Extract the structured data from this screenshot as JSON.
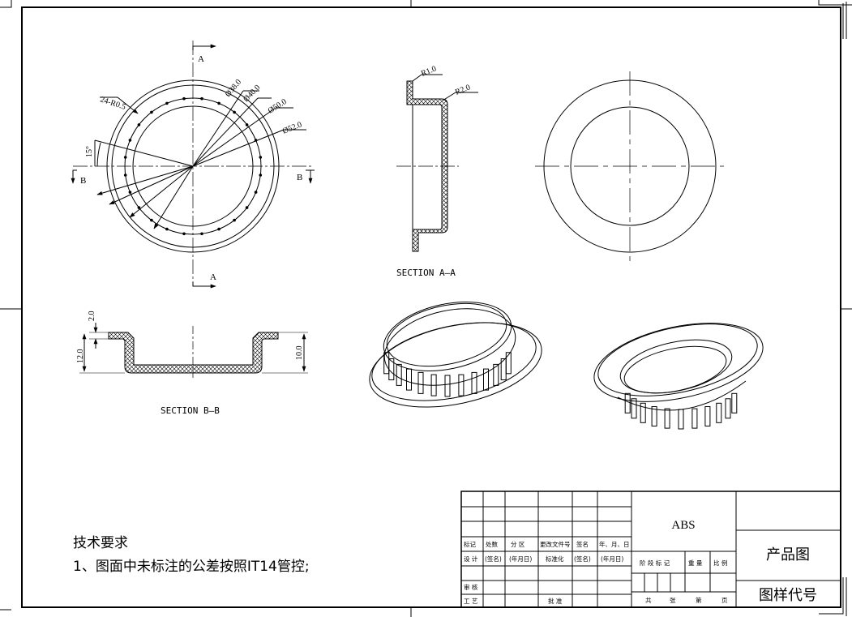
{
  "views": {
    "front": {
      "section_mark_top": "A",
      "section_mark_bottom": "A",
      "section_mark_left": "B",
      "section_mark_right": "B",
      "dim_fillet": "24-R0.5",
      "dim_d38": "Ø38.0",
      "dim_d40": "Ø40.0",
      "dim_d50": "Ø50.0",
      "dim_d52": "Ø52.0",
      "dim_angle": "15°"
    },
    "section_aa": {
      "title": "SECTION A—A",
      "dim_r1": "R1.0",
      "dim_r2": "R2.0"
    },
    "section_bb": {
      "title": "SECTION B—B",
      "dim_top": "2.0",
      "dim_left": "12.0",
      "dim_right": "10.0"
    }
  },
  "notes": {
    "heading": "技术要求",
    "item1": "1、图面中未标注的公差按照IT14管控;"
  },
  "title_block": {
    "material": "ABS",
    "drawing_name": "产品图",
    "drawing_code": "图样代号",
    "row_labels": {
      "mark": "标记",
      "count": "处数",
      "zone": "分 区",
      "doc": "更改文件号",
      "sign": "签名",
      "date": "年、月、日",
      "design": "设 计",
      "sign2": "(签名)",
      "date2": "(年月日)",
      "standard": "标准化",
      "sign3": "(签名)",
      "date3": "(年月日)",
      "review": "审 核",
      "process": "工 艺",
      "approve": "批 准"
    },
    "stage_labels": {
      "stage": "阶 段 标 记",
      "weight": "重 量",
      "scale": "比 例",
      "total": "共",
      "sheets": "张",
      "no": "第",
      "page": "页"
    }
  }
}
